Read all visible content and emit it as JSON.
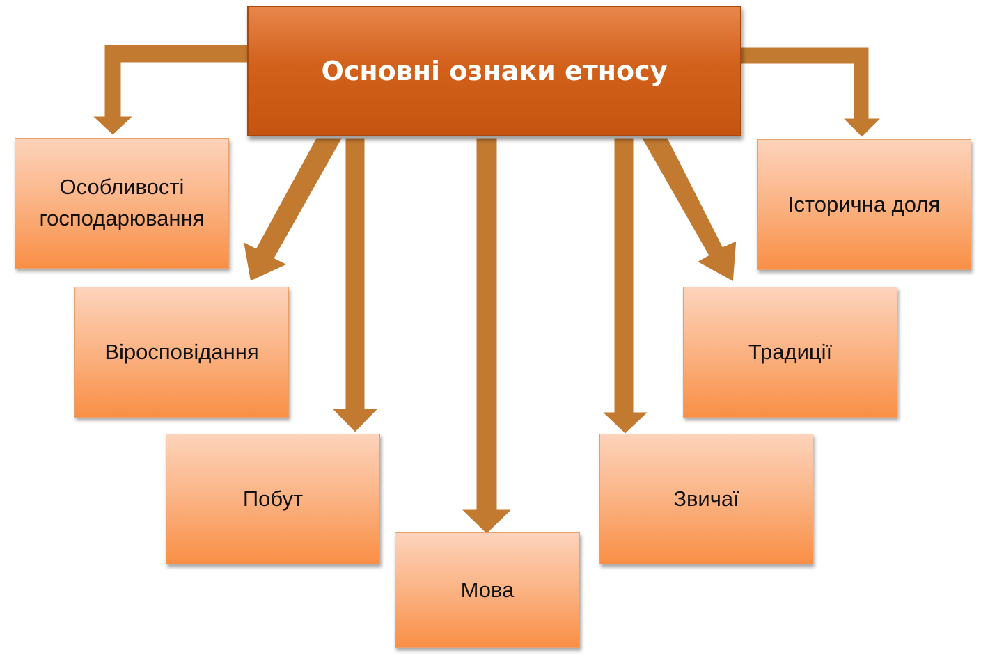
{
  "diagram": {
    "root": {
      "label": "Основні ознаки етносу"
    },
    "nodes": {
      "economy": "Особливості\nгосподарювання",
      "religion": "Віросповідання",
      "lifestyle": "Побут",
      "language": "Мова",
      "customs": "Звичаї",
      "traditions": "Традиції",
      "history": "Історична доля"
    },
    "colors": {
      "root_fill": "#d2611b",
      "node_fill_top": "#fdd3bb",
      "node_fill_bottom": "#f98f46",
      "arrow_fill": "#c27a30",
      "arrow_outline": "#ffffff"
    }
  }
}
